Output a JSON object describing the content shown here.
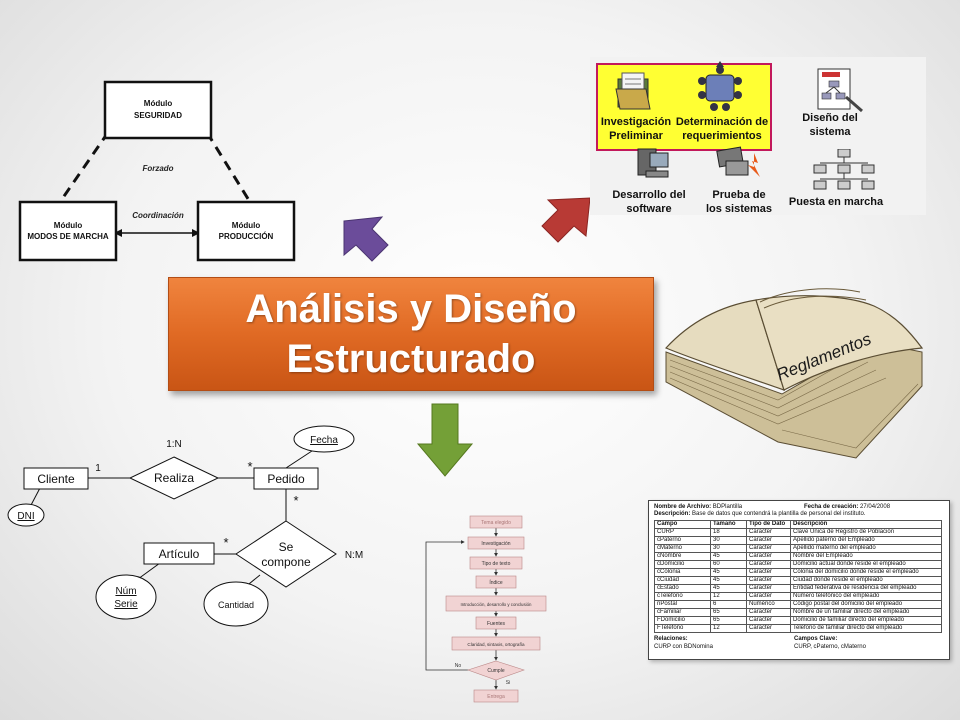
{
  "title": {
    "line1": "Análisis y Diseño",
    "line2": "Estructurado"
  },
  "module_diagram": {
    "top_box": {
      "line1": "Módulo",
      "line2": "SEGURIDAD"
    },
    "left_box": {
      "line1": "Módulo",
      "line2": "MODOS DE MARCHA"
    },
    "right_box": {
      "line1": "Módulo",
      "line2": "PRODUCCIÓN"
    },
    "forced_label": "Forzado",
    "coordination_label": "Coordinación"
  },
  "phases": [
    {
      "line1": "Investigación",
      "line2": "Preliminar"
    },
    {
      "line1": "Determinación de",
      "line2": "requerimientos"
    },
    {
      "line1": "Diseño del",
      "line2": "sistema"
    },
    {
      "line1": "Desarrollo del",
      "line2": "software"
    },
    {
      "line1": "Prueba de",
      "line2": "los sistemas"
    },
    {
      "line1": "Puesta en marcha",
      "line2": ""
    }
  ],
  "book": {
    "label": "Reglamentos"
  },
  "er_diagram": {
    "entity_cliente": "Cliente",
    "entity_pedido": "Pedido",
    "entity_articulo": "Artículo",
    "rel_realiza": "Realiza",
    "rel_se_compone_1": "Se",
    "rel_se_compone_2": "compone",
    "card_1n": "1:N",
    "card_nm": "N:M",
    "card_one": "1",
    "card_star": "*",
    "attr_dni": "DNI",
    "attr_fecha": "Fecha",
    "attr_num_1": "Núm",
    "attr_num_2": "Serie",
    "attr_cantidad": "Cantidad"
  },
  "flowchart": {
    "steps": [
      "Tema elegido",
      "Investigación",
      "Tipo de texto",
      "Índice",
      "Introducción, desarrollo y conclusión",
      "Fuentes",
      "Claridad, sintaxis, ortografía",
      "Cumple",
      "Entrega"
    ],
    "no_label": "No",
    "yes_label": "Si"
  },
  "table_doc": {
    "file_label": "Nombre de Archivo:",
    "file_value": "BDPlantilla",
    "date_label": "Fecha de creación:",
    "date_value": "27/04/2008",
    "desc_label": "Descripción:",
    "desc_value": "Base de datos que contendrá la plantilla de personal del instituto.",
    "headers": [
      "Campo",
      "Tamaño",
      "Tipo de Dato",
      "Descripción"
    ],
    "rows": [
      [
        "CURP",
        "18",
        "Caracter",
        "Clave Única de Registro de Población"
      ],
      [
        "cPaterno",
        "30",
        "Caracter",
        "Apellido paterno del Empleado"
      ],
      [
        "cMaterno",
        "30",
        "Caracter",
        "Apellido materno del empleado"
      ],
      [
        "cNombre",
        "45",
        "Caracter",
        "Nombre del Empleado"
      ],
      [
        "cDomicilio",
        "60",
        "Caracter",
        "Domicilio actual donde reside el empleado"
      ],
      [
        "cColonia",
        "45",
        "Caracter",
        "Colonia del domicilio donde reside el empleado"
      ],
      [
        "cCiudad",
        "45",
        "Caracter",
        "Ciudad donde reside el empleado"
      ],
      [
        "cEstado",
        "45",
        "Caracter",
        "Entidad federativa de residencia del empleado"
      ],
      [
        "cTelefono",
        "12",
        "Caracter",
        "Número telefónico del empleado"
      ],
      [
        "nPostal",
        "6",
        "Numérico",
        "Código postal del domicilio del empleado"
      ],
      [
        "cFamiliar",
        "65",
        "Caracter",
        "Nombre de un familiar directo del empleado"
      ],
      [
        "FDomicilio",
        "65",
        "Caracter",
        "Domicilio de familiar directo del empleado"
      ],
      [
        "FTelefono",
        "12",
        "Caracter",
        "Telefono de familiar directo del empleado"
      ]
    ],
    "relations_label": "Relaciones:",
    "relations_value": "CURP con BDNomina",
    "keys_label": "Campos Clave:",
    "keys_value": "CURP, cPaterno, cMaterno"
  },
  "colors": {
    "title_orange": "#e06a24",
    "arrow_purple": "#6b4c9a",
    "arrow_red": "#b83a35",
    "arrow_green": "#74a037",
    "phase_highlight": "#ffff33"
  }
}
